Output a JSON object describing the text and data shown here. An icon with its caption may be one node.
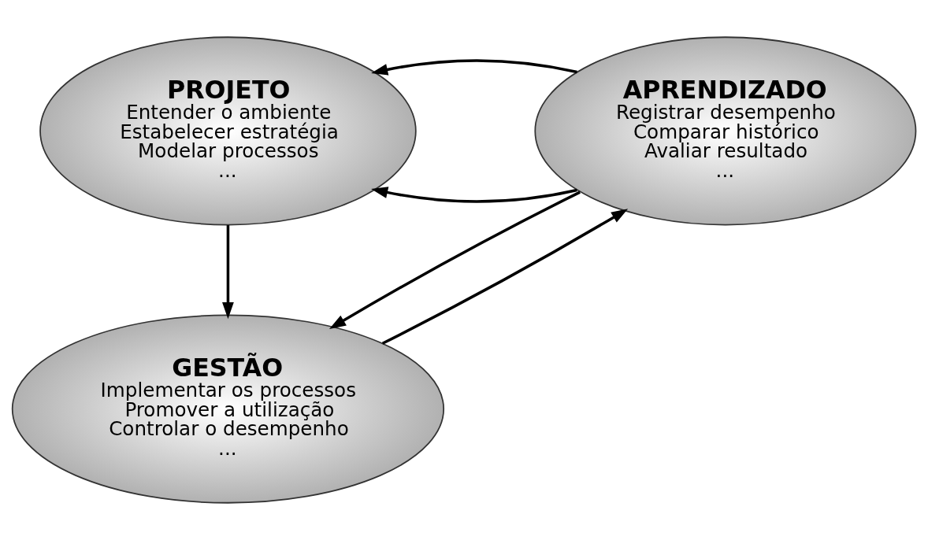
{
  "diagram": {
    "nodes": [
      {
        "text": [
          "PROJETO",
          "Entender o ambiente",
          "Estabelecer estratégia",
          "Modelar processos",
          "..."
        ]
      },
      {
        "text": [
          "GESTÃO",
          "Implementar os processos",
          "Promover a utilização",
          "Controlar o desempenho",
          "..."
        ]
      },
      {
        "text": [
          "APRENDIZADO",
          "Registrar desempenho",
          "Comparar histórico",
          "Avaliar resultado",
          "..."
        ]
      }
    ],
    "edges": [
      {
        "from": 0,
        "to": 1,
        "arrow": "to"
      },
      {
        "from": 1,
        "to": 2,
        "arrow": "to"
      },
      {
        "from": 2,
        "to": 0,
        "arrow": "to"
      },
      {
        "from": 2,
        "to": 0,
        "arrow": "to"
      },
      {
        "from": 2,
        "to": 1,
        "arrow": "to"
      }
    ]
  }
}
